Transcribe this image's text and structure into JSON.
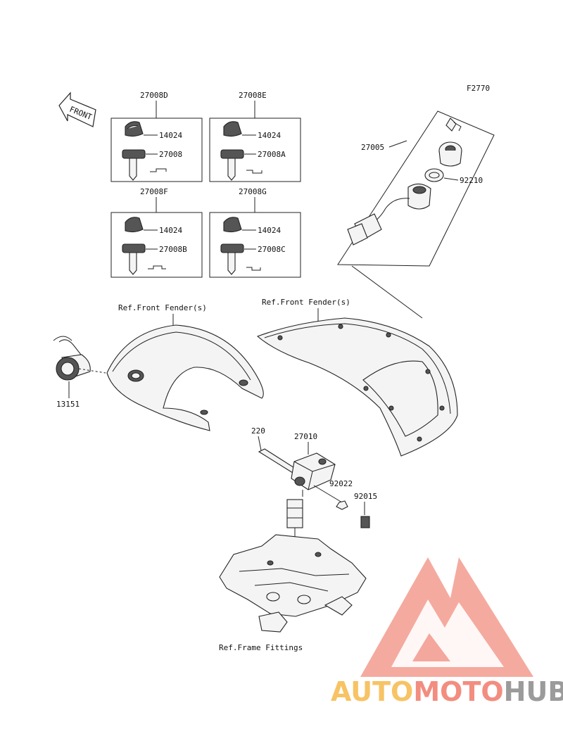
{
  "diagram": {
    "figure_code": "F2770",
    "front_arrow_label": "FRONT",
    "key_sets": [
      {
        "set_number": "27008D",
        "cover": "14024",
        "key": "27008"
      },
      {
        "set_number": "27008E",
        "cover": "14024",
        "key": "27008A"
      },
      {
        "set_number": "27008F",
        "cover": "14024",
        "key": "27008B"
      },
      {
        "set_number": "27008G",
        "cover": "14024",
        "key": "27008C"
      }
    ],
    "ignition_group": {
      "switch": "27005",
      "nut": "92210"
    },
    "ref_front_fender_left": "Ref.Front Fender(s)",
    "ref_front_fender_right": "Ref.Front Fender(s)",
    "socket": "13151",
    "lower_group": {
      "bolt": "220",
      "unit": "27010",
      "washer": "92022",
      "nut": "92015"
    },
    "ref_frame_fittings": "Ref.Frame Fittings"
  },
  "watermark": {
    "brand_part1": "AUTO",
    "brand_part2": "MOTO",
    "brand_part3": "HUB",
    "colors": {
      "logo": "#f07a6a",
      "auto": "#f6b94a",
      "moto": "#f07a6a",
      "hub": "#8a8a8a"
    }
  }
}
